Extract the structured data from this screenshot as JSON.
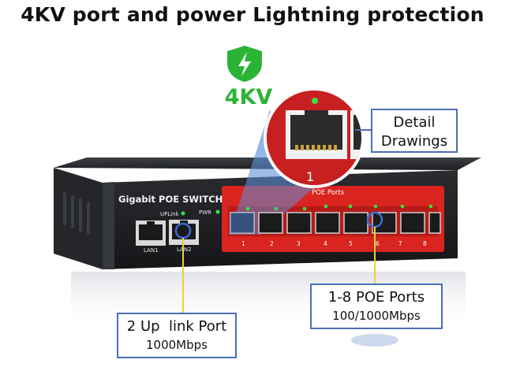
{
  "headline": "4KV port and power Lightning protection",
  "badge": {
    "text": "4KV",
    "icon": "lightning-icon",
    "color": "#2bb336"
  },
  "switch": {
    "title": "Gigabit POE SWITCH",
    "uplink_label": "UPLink",
    "pwr_label": "PWR",
    "lan1_label": "LAN1",
    "lan2_label": "LAN2",
    "poe_label": "POE Ports",
    "ports": [
      "1",
      "2",
      "3",
      "4",
      "5",
      "6",
      "7",
      "8"
    ]
  },
  "zoom": {
    "port_number": "1"
  },
  "callouts": {
    "detail": {
      "line1": "Detail",
      "line2": "Drawings"
    },
    "uplink": {
      "line1": "2 Up  link Port",
      "line2": "1000Mbps"
    },
    "poe": {
      "line1": "1-8 POE Ports",
      "line2": "100/1000Mbps"
    }
  }
}
